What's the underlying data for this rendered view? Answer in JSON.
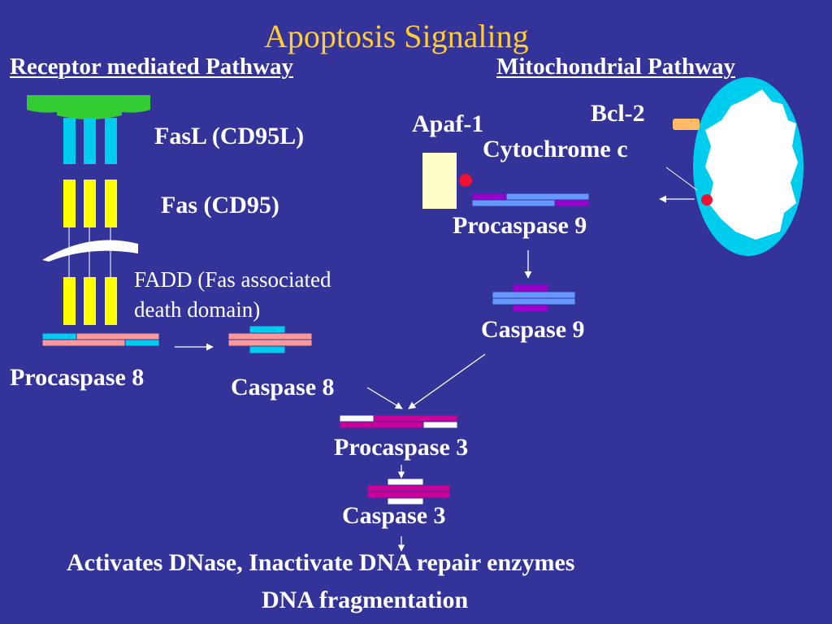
{
  "title": "Apoptosis Signaling",
  "headings": {
    "receptor": "Receptor mediated Pathway",
    "mitochondrial": "Mitochondrial Pathway"
  },
  "labels": {
    "fasl": "FasL (CD95L)",
    "fas": "Fas (CD95)",
    "fadd_line1": "FADD (Fas associated",
    "fadd_line2": "death domain)",
    "procaspase8": "Procaspase 8",
    "caspase8": "Caspase 8",
    "apaf1": "Apaf-1",
    "bcl2": "Bcl-2",
    "cytochrome_c": "Cytochrome c",
    "procaspase9": "Procaspase 9",
    "caspase9": "Caspase 9",
    "procaspase3": "Procaspase 3",
    "caspase3": "Caspase 3"
  },
  "footer": {
    "line1": "Activates DNase, Inactivate DNA repair enzymes",
    "line2": "DNA fragmentation"
  },
  "colors": {
    "background": "#333399",
    "title": "#ffcc33",
    "text": "#ffffff",
    "fasl_ligand": "#33cc33",
    "receptor_extracellular": "#00ccee",
    "receptor_transmembrane": "#ffff00",
    "membrane": "#ffffff",
    "caspase8_pink": "#ff9999",
    "caspase8_cyan": "#00ccee",
    "caspase9_purple": "#9900cc",
    "caspase9_blue": "#6699ff",
    "caspase3_magenta": "#cc0099",
    "apaf1": "#ffffcc",
    "cytochrome_dot": "#ee1133",
    "bcl2": "#ffbb66",
    "mitochondrion_outer": "#00ccee"
  }
}
